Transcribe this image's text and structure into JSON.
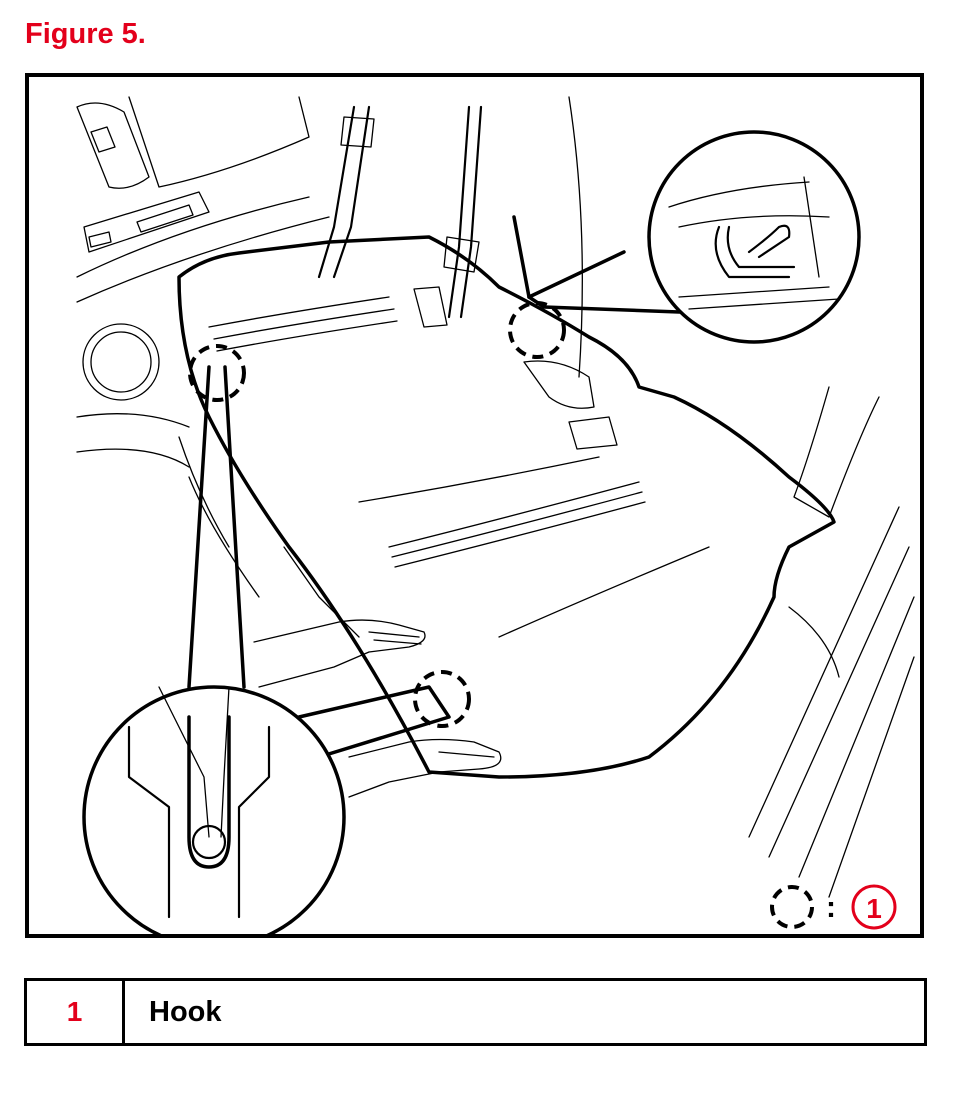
{
  "figure": {
    "title": "Figure 5.",
    "callout_number": "1",
    "key_separator": ":"
  },
  "legend": {
    "rows": [
      {
        "number": "1",
        "label": "Hook"
      }
    ]
  },
  "colors": {
    "accent_red": "#e3001b",
    "ink": "#000000",
    "background": "#ffffff"
  },
  "icons": {
    "hook_marker": "dashed-circle-icon",
    "callout_badge": "numbered-circle-icon"
  }
}
